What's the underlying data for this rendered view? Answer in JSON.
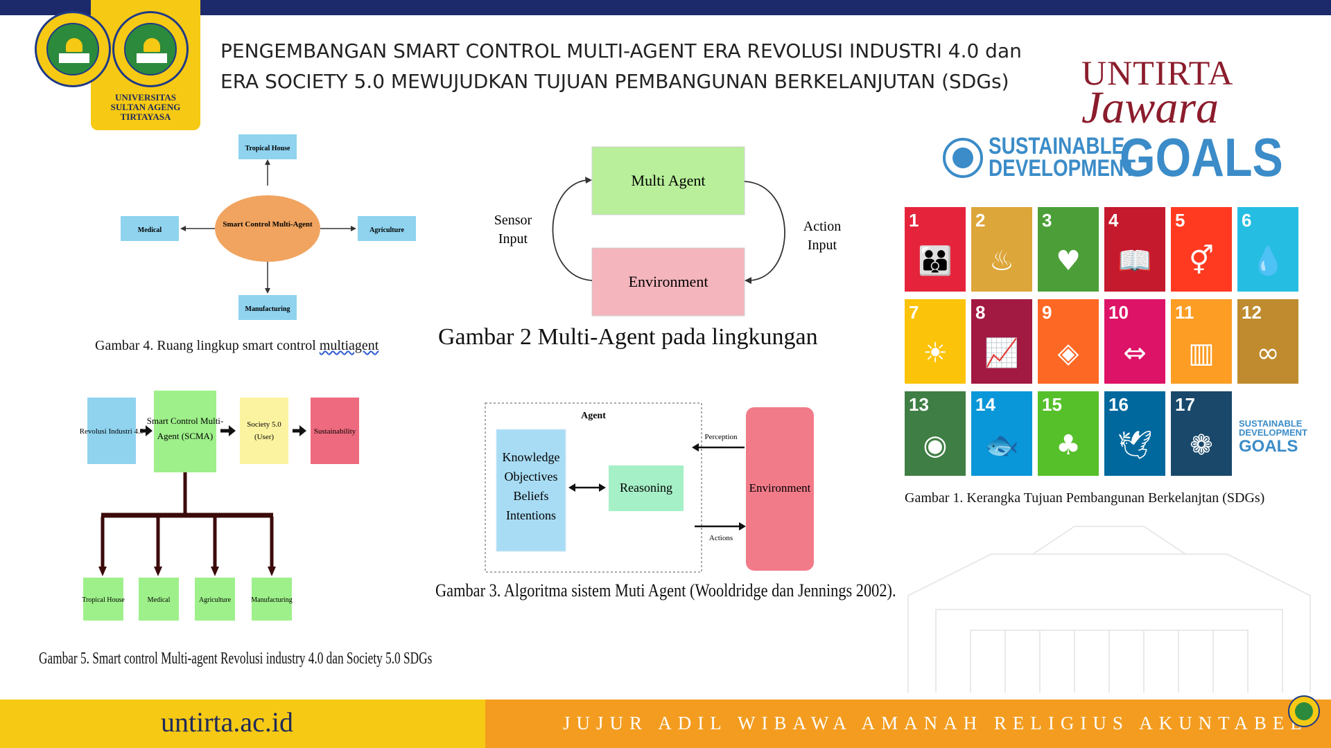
{
  "header": {
    "title_line1": "PENGEMBANGAN SMART  CONTROL MULTI-AGENT ERA REVOLUSI INDUSTRI 4.0 dan",
    "title_line2": "ERA SOCIETY 5.0  MEWUJUDKAN TUJUAN PEMBANGUNAN BERKELANJUTAN (SDGs)",
    "university_line1": "UNIVERSITAS",
    "university_line2": "SULTAN AGENG",
    "university_line3": "TIRTAYASA",
    "brand_top": "UNTIRTA",
    "brand_bottom": "Jawara",
    "brand_tagline": "Jujur Adil Wibawa Amanah Religius Akuntabel"
  },
  "fig4": {
    "center": "Smart Control Multi-Agent",
    "top": "Tropical House",
    "left": "Medical",
    "right": "Agriculture",
    "bottom": "Manufacturing",
    "caption_prefix": "Gambar 4. Ruang lingkup smart control ",
    "caption_underlined": "multiagent"
  },
  "fig2": {
    "agent": "Multi Agent",
    "env": "Environment",
    "sensor_line1": "Sensor",
    "sensor_line2": "Input",
    "action_line1": "Action",
    "action_line2": "Input",
    "caption": "Gambar 2 Multi-Agent pada lingkungan"
  },
  "fig5": {
    "box1": "Revolusi Industri 4.0",
    "box2_line1": "Smart Control Multi-",
    "box2_line2": "Agent (SCMA)",
    "box3_line1": "Society 5.0",
    "box3_line2": "(User)",
    "box4": "Sustainability",
    "leaves": [
      "Tropical House",
      "Medical",
      "Agriculture",
      "Manufacturing"
    ],
    "caption": "Gambar 5. Smart control Multi-agent Revolusi industry 4.0 dan Society 5.0 SDGs"
  },
  "fig3": {
    "agent_label": "Agent",
    "kobi": [
      "Knowledge",
      "Objectives",
      "Beliefs",
      "Intentions"
    ],
    "reasoning": "Reasoning",
    "environment": "Environment",
    "perception": "Perception",
    "actions": "Actions",
    "caption": "Gambar 3.  Algoritma sistem Muti Agent (Wooldridge dan Jennings 2002)."
  },
  "sdg": {
    "head_line1": "SUSTAINABLE",
    "head_line2": "DEVELOPMENT",
    "head_goals": "GOALS",
    "tiles": [
      {
        "num": "1",
        "color": "#e5243b",
        "icon": "people-icon",
        "glyph": "👪"
      },
      {
        "num": "2",
        "color": "#dda63a",
        "icon": "bowl-icon",
        "glyph": "♨"
      },
      {
        "num": "3",
        "color": "#4c9f38",
        "icon": "heartbeat-icon",
        "glyph": "♥"
      },
      {
        "num": "4",
        "color": "#c5192d",
        "icon": "book-icon",
        "glyph": "📖"
      },
      {
        "num": "5",
        "color": "#ff3a21",
        "icon": "gender-icon",
        "glyph": "⚥"
      },
      {
        "num": "6",
        "color": "#26bde2",
        "icon": "water-icon",
        "glyph": "💧"
      },
      {
        "num": "7",
        "color": "#fcc30b",
        "icon": "sun-icon",
        "glyph": "☀"
      },
      {
        "num": "8",
        "color": "#a21942",
        "icon": "growth-chart-icon",
        "glyph": "📈"
      },
      {
        "num": "9",
        "color": "#fd6925",
        "icon": "cubes-icon",
        "glyph": "◈"
      },
      {
        "num": "10",
        "color": "#dd1367",
        "icon": "equality-icon",
        "glyph": "⇔"
      },
      {
        "num": "11",
        "color": "#fd9d24",
        "icon": "city-icon",
        "glyph": "▥"
      },
      {
        "num": "12",
        "color": "#bf8b2e",
        "icon": "infinity-icon",
        "glyph": "∞"
      },
      {
        "num": "13",
        "color": "#3f7e44",
        "icon": "eye-globe-icon",
        "glyph": "◉"
      },
      {
        "num": "14",
        "color": "#0a97d9",
        "icon": "fish-icon",
        "glyph": "🐟"
      },
      {
        "num": "15",
        "color": "#56c02b",
        "icon": "tree-icon",
        "glyph": "♣"
      },
      {
        "num": "16",
        "color": "#00689d",
        "icon": "dove-icon",
        "glyph": "🕊"
      },
      {
        "num": "17",
        "color": "#19486a",
        "icon": "flower-rings-icon",
        "glyph": "❁"
      }
    ],
    "logo_tile_line1": "SUSTAINABLE",
    "logo_tile_line2": "DEVELOPMENT",
    "logo_tile_goals": "GOALS",
    "caption": "Gambar 1. Kerangka Tujuan Pembangunan Berkelanjtan (SDGs)"
  },
  "footer": {
    "url": "untirta.ac.id",
    "motto": "JUJUR ADIL WIBAWA AMANAH RELIGIUS AKUNTABEL"
  },
  "colors": {
    "navy": "#1c2a6b",
    "yellow": "#f6c914",
    "orange": "#f39c1f",
    "maroon": "#8b1c2c",
    "sdg_blue": "#3b8cc8"
  }
}
